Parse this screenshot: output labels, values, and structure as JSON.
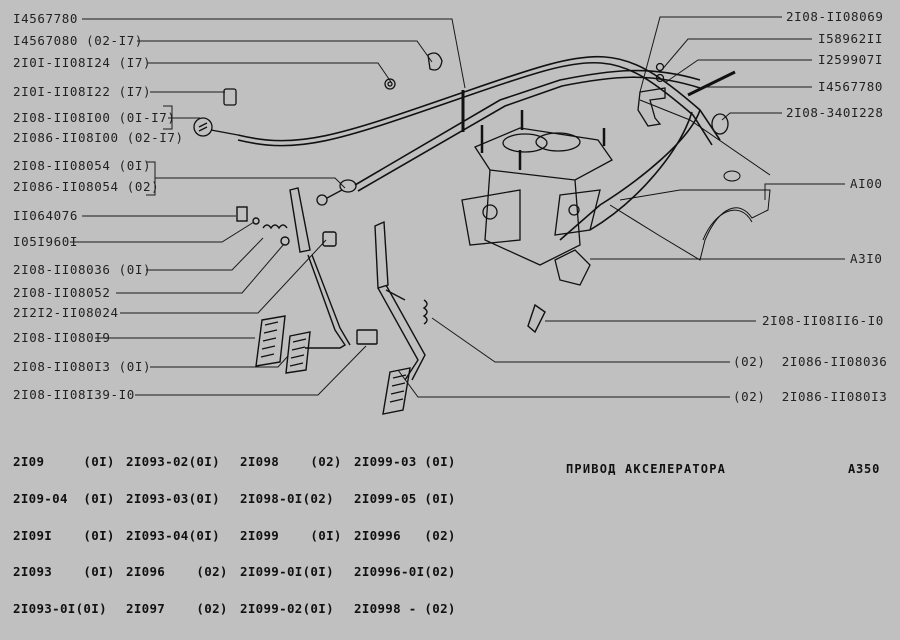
{
  "diagram": {
    "title": "ПРИВОД АКСЕЛЕРАТОРА",
    "page_code": "A350",
    "background_color": "#c0c0c0",
    "left_labels": [
      "I4567780",
      "I4567080 (02-I7)",
      "2I0I-II08I24 (I7)",
      "2I0I-II08I22 (I7)",
      "2I08-II08I00  (0I-I7)",
      "2I086-II08I00 (02-I7)",
      "2I08-II08054  (0I)",
      "2I086-II08054 (02)",
      "II064076",
      "I05I960I",
      "2I08-II08036 (0I)",
      "2I08-II08052",
      "2I2I2-II08024",
      "2I08-II080I9",
      "2I08-II080I3 (0I)",
      "2I08-II08I39-I0"
    ],
    "right_labels": [
      "2I08-II08069",
      "I58962II",
      "I259907I",
      "I4567780",
      "2I08-340I228",
      "AI00",
      "A3I0",
      "2I08-II08II6-I0",
      "(02)  2I086-II08036",
      "(02)  2I086-II080I3"
    ],
    "applicability": {
      "col1": [
        "2I09     (0I)",
        "2I09-04  (0I)",
        "2I09I    (0I)",
        "2I093    (0I)",
        "2I093-0I(0I)"
      ],
      "col2": [
        "2I093-02(0I)",
        "2I093-03(0I)",
        "2I093-04(0I)",
        "2I096    (02)",
        "2I097    (02)"
      ],
      "col3": [
        "2I098    (02)",
        "2I098-0I(02)",
        "2I099    (0I)",
        "2I099-0I(0I)",
        "2I099-02(0I)"
      ],
      "col4": [
        "2I099-03 (0I)",
        "2I099-05 (0I)",
        "2I0996   (02)",
        "2I0996-0I(02)",
        "2I0998 - (02)"
      ]
    }
  }
}
